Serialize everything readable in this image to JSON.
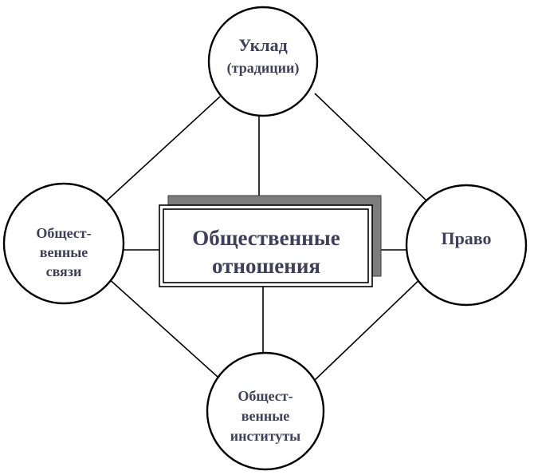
{
  "diagram": {
    "center": {
      "lines": [
        "Общественные",
        "отношения"
      ]
    },
    "nodes": {
      "top": {
        "lines": [
          "Уклад",
          "(традиции)"
        ]
      },
      "left": {
        "lines": [
          "Общест-",
          "венные",
          "связи"
        ]
      },
      "right": {
        "lines": [
          "Право"
        ]
      },
      "bottom": {
        "lines": [
          "Общест-",
          "венные",
          "институты"
        ]
      }
    }
  }
}
